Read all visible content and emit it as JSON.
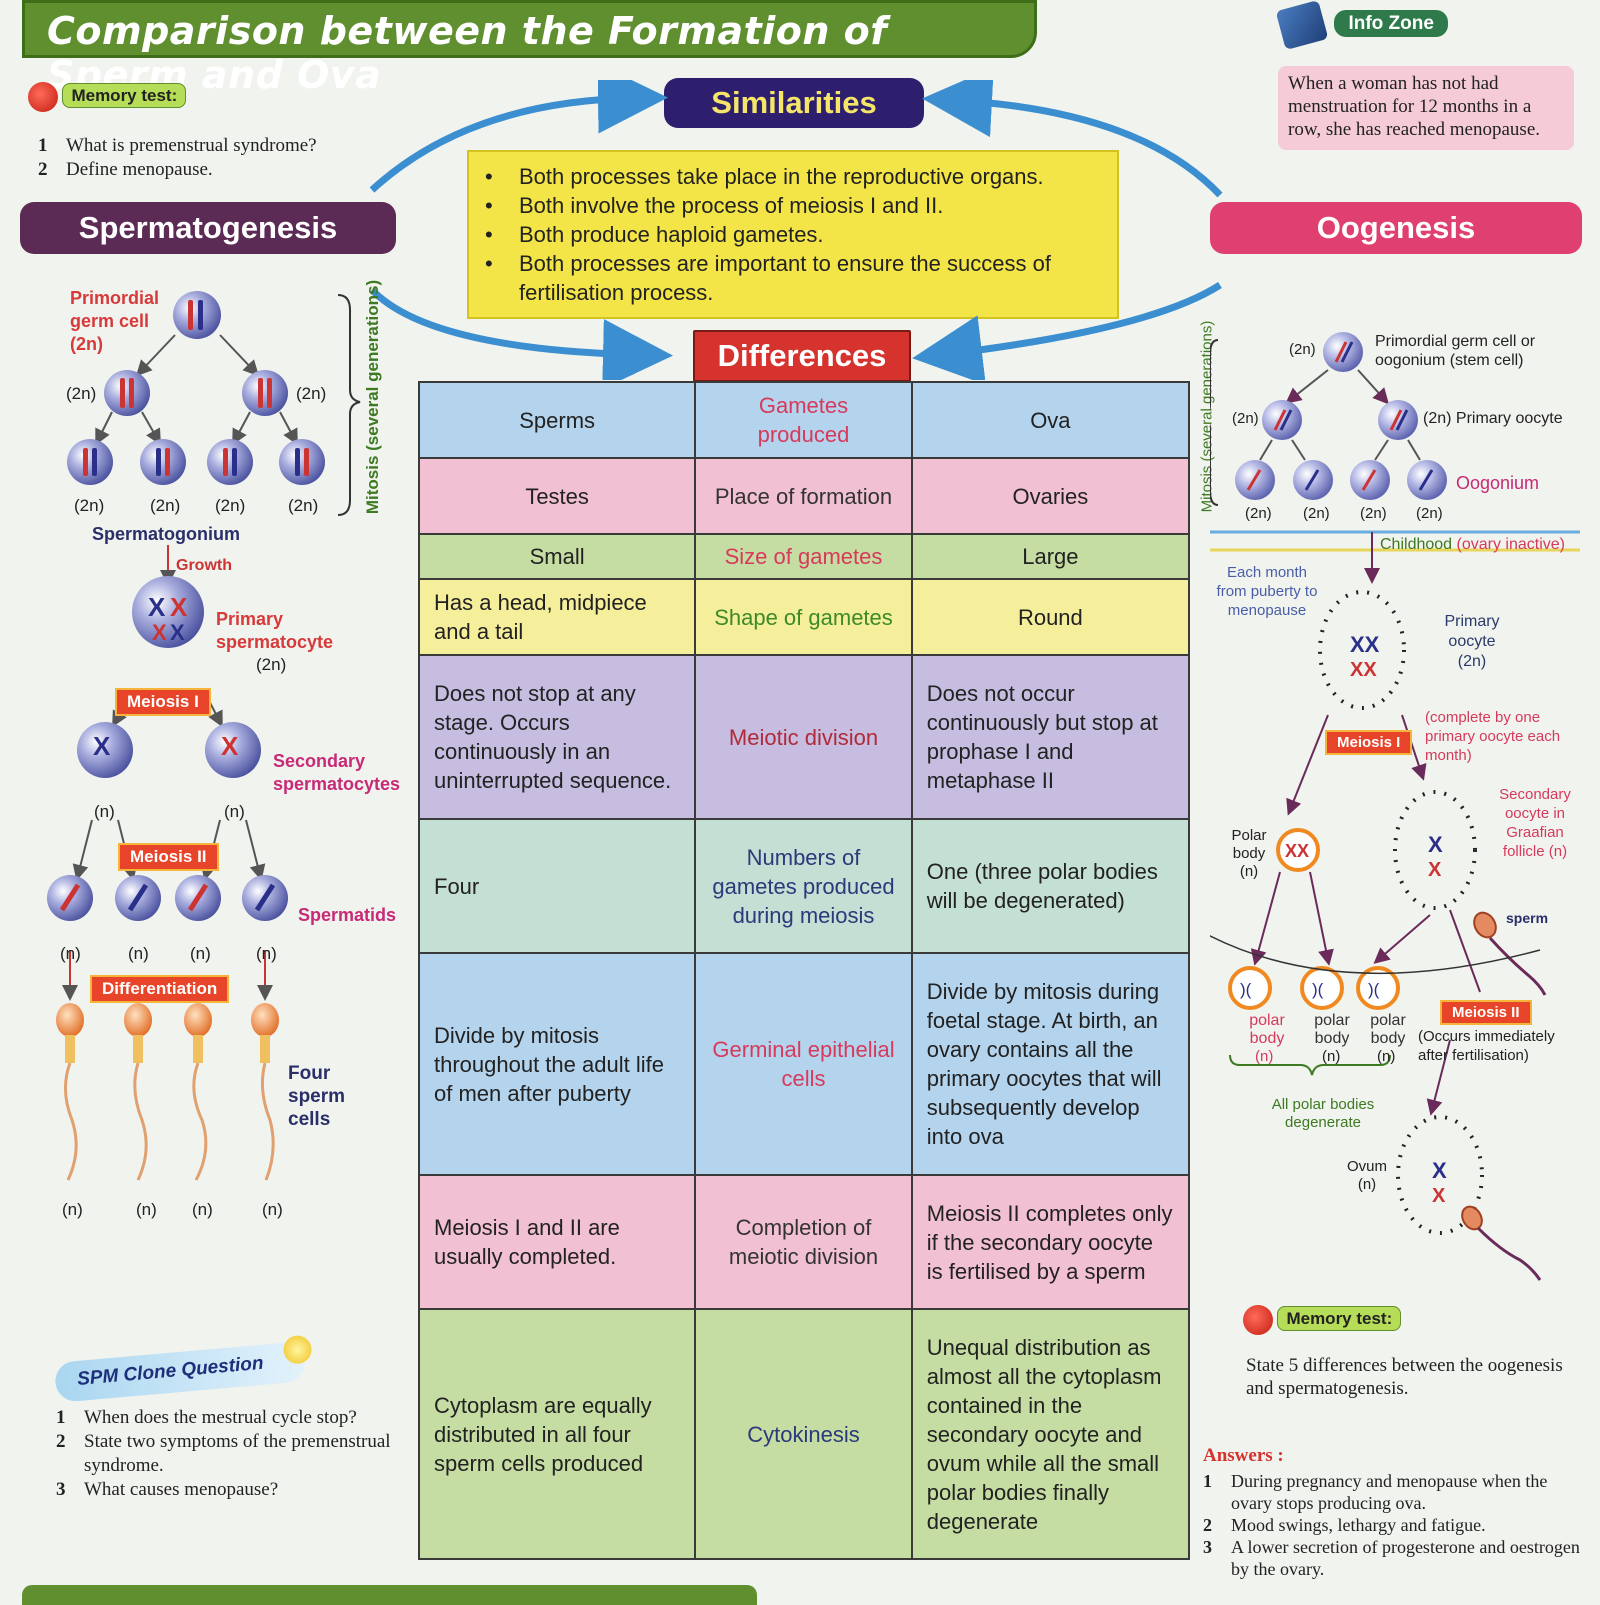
{
  "title": "Comparison between the Formation of Sperm and Ova",
  "memory_test_left": {
    "tag": "Memory test:",
    "questions": [
      "What is premenstrual syndrome?",
      "Define menopause."
    ]
  },
  "info_zone": {
    "tag": "Info Zone",
    "text": "When a woman has not had menstruation for 12 months in a row, she has reached menopause."
  },
  "similarities": {
    "title": "Similarities",
    "items": [
      "Both processes take place in the reproductive organs.",
      "Both involve the process of meiosis I and II.",
      "Both produce haploid gametes.",
      "Both processes are important to ensure the success of fertilisation process."
    ]
  },
  "spermatogenesis": {
    "title": "Spermatogenesis",
    "primordial": "Primordial germ cell (2n)",
    "mitosis_label": "Mitosis (several generations)",
    "two_n": "(2n)",
    "spermatogonium": "Spermatogonium",
    "growth": "Growth",
    "primary": "Primary spermatocyte",
    "meiosis1": "Meiosis I",
    "secondary": "Secondary spermatocytes",
    "n": "(n)",
    "meiosis2": "Meiosis II",
    "spermatids": "Spermatids",
    "differentiation": "Differentiation",
    "four_sperm": "Four sperm cells"
  },
  "oogenesis": {
    "title": "Oogenesis",
    "primordial": "Primordial germ cell or oogonium (stem cell)",
    "mitosis_label": "Mitosis (several generations)",
    "two_n": "(2n)",
    "primary_oocyte_label": "(2n) Primary oocyte",
    "oogonium": "Oogonium",
    "childhood": "Childhood",
    "ovary_inactive": "(ovary inactive)",
    "each_month": "Each month from puberty to menopause",
    "primary_oocyte": "Primary oocyte (2n)",
    "meiosis1": "Meiosis I",
    "complete_note": "(complete by one primary oocyte each month)",
    "secondary_oocyte": "Secondary oocyte in Graafian follicle (n)",
    "polar_body_n": "Polar body (n)",
    "sperm": "sperm",
    "polar_body": "polar body",
    "n": "(n)",
    "meiosis2": "Meiosis II",
    "meiosis2_note": "(Occurs immediately after fertilisation)",
    "all_polar": "All polar bodies degenerate",
    "ovum": "Ovum (n)"
  },
  "differences": {
    "title": "Differences",
    "rows": [
      {
        "left": "Sperms",
        "mid": "Gametes produced",
        "right": "Ova",
        "bg": "#b4d3ec"
      },
      {
        "left": "Testes",
        "mid": "Place of formation",
        "right": "Ovaries",
        "bg": "#f2c0d3"
      },
      {
        "left": "Small",
        "mid": "Size of gametes",
        "right": "Large",
        "bg": "#c5dca2"
      },
      {
        "left": "Has a head, midpiece and a tail",
        "mid": "Shape of gametes",
        "right": "Round",
        "bg": "#f5ee9a"
      },
      {
        "left": "Does not stop at any stage. Occurs continuously in an uninterrupted sequence.",
        "mid": "Meiotic division",
        "right": "Does not occur continuously but stop at prophase I and metaphase II",
        "bg": "#c6bde0"
      },
      {
        "left": "Four",
        "mid": "Numbers of gametes produced during meiosis",
        "right": "One (three polar bodies will be degenerated)",
        "bg": "#c4dfd3"
      },
      {
        "left": "Divide by mitosis throughout the adult life of men after puberty",
        "mid": "Germinal epithelial cells",
        "right": "Divide by mitosis during foetal stage. At birth, an ovary contains all the primary oocytes that will subsequently develop into ova",
        "bg": "#b4d3ec"
      },
      {
        "left": "Meiosis I and II are usually completed.",
        "mid": "Completion of meiotic division",
        "right": "Meiosis II completes only if the secondary oocyte is fertilised by a sperm",
        "bg": "#f2c0d3"
      },
      {
        "left": "Cytoplasm are equally distributed in all four sperm cells produced",
        "mid": "Cytokinesis",
        "right": "Unequal distribution as almost all the cytoplasm contained in the secondary oocyte and ovum while all the small polar bodies finally degenerate",
        "bg": "#c5dca2"
      }
    ]
  },
  "spm_clone": {
    "tag": "SPM Clone Question",
    "questions": [
      "When does the mestrual cycle stop?",
      "State two symptoms of the premenstrual syndrome.",
      "What causes menopause?"
    ]
  },
  "memory_test_right": {
    "tag": "Memory test:",
    "text": "State 5 differences between the oogenesis and spermatogenesis."
  },
  "answers": {
    "label": "Answers :",
    "items": [
      "During pregnancy and menopause when the ovary stops producing ova.",
      "Mood swings, lethargy and fatigue.",
      "A lower secretion of progesterone and oestrogen by the ovary."
    ]
  },
  "colors": {
    "accent_green": "#5f8f2f",
    "spermatogenesis": "#5b2a55",
    "oogenesis": "#e0406f",
    "similarities": "#2e1f6e",
    "differences": "#d6322e"
  }
}
